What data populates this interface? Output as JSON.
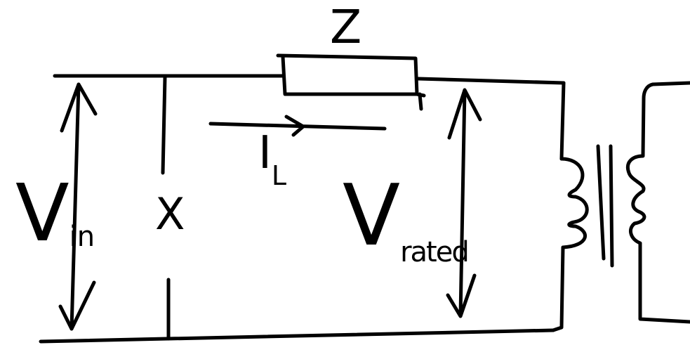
{
  "labels": {
    "impedance": "Z",
    "current": "I",
    "current_sub": "L",
    "reactance": "X",
    "input_voltage": "V",
    "input_voltage_sub": "in",
    "rated_voltage": "V",
    "rated_voltage_sub": "rated"
  },
  "colors": {
    "ink": "#000000",
    "background": "#ffffff"
  }
}
